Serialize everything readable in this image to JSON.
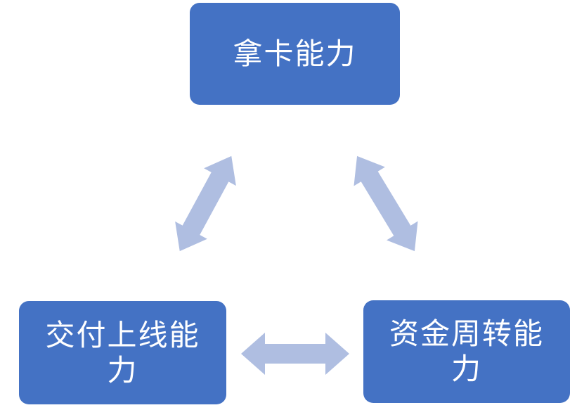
{
  "diagram": {
    "type": "cycle",
    "background": "#FFFFFF",
    "nodes": {
      "top": {
        "label": "拿卡能力"
      },
      "bottom_left": {
        "label": "交付上线能\n力"
      },
      "bottom_right": {
        "label": "资金周转能\n力"
      }
    },
    "connectors": [
      {
        "between": [
          "拿卡能力",
          "交付上线能力"
        ],
        "style": "double-headed-arrow"
      },
      {
        "between": [
          "拿卡能力",
          "资金周转能力"
        ],
        "style": "double-headed-arrow"
      },
      {
        "between": [
          "交付上线能力",
          "资金周转能力"
        ],
        "style": "double-headed-arrow"
      }
    ],
    "colors": {
      "node_fill": "#4472C4",
      "node_text": "#FFFFFF",
      "arrow_fill": "#AFBEE1"
    }
  }
}
